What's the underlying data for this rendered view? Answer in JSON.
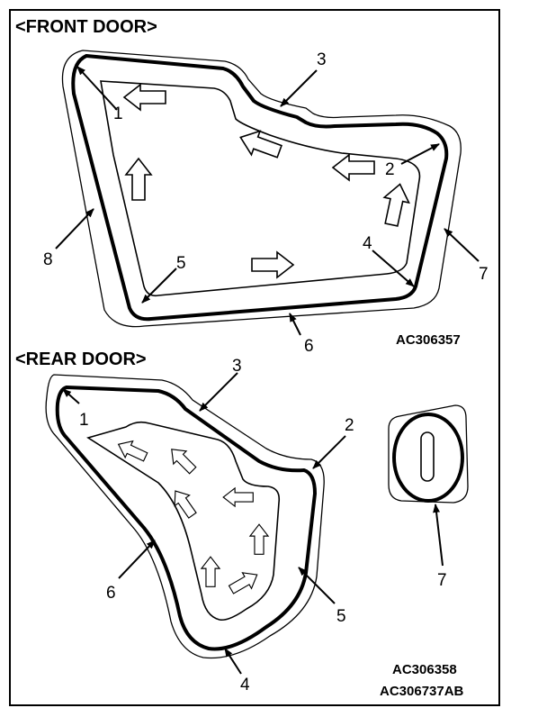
{
  "front": {
    "title": "<FRONT DOOR>",
    "code": "AC306357",
    "labels": {
      "n1": "1",
      "n2": "2",
      "n3": "3",
      "n4": "4",
      "n5": "5",
      "n6": "6",
      "n7": "7",
      "n8": "8"
    }
  },
  "rear": {
    "title": "<REAR DOOR>",
    "code1": "AC306358",
    "code2": "AC306737AB",
    "labels": {
      "n1": "1",
      "n2": "2",
      "n3": "3",
      "n4": "4",
      "n5": "5",
      "n6": "6",
      "n7": "7"
    }
  }
}
